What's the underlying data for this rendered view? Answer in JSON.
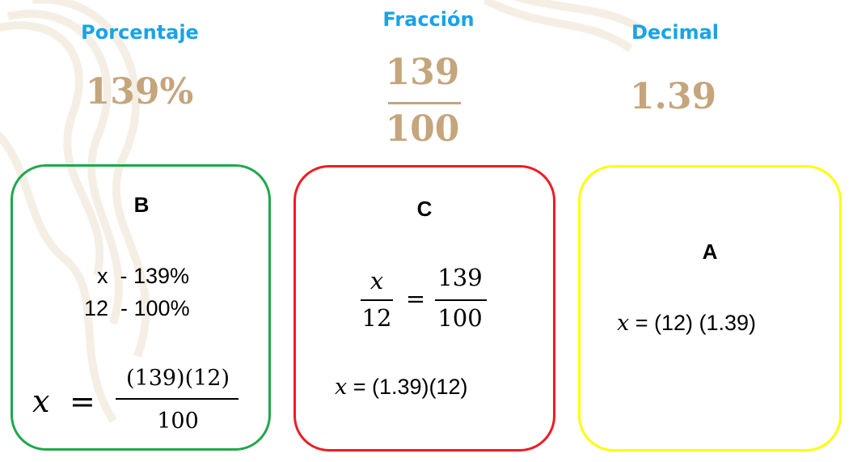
{
  "headers": {
    "percentage": "Porcentaje",
    "fraction": "Fracción",
    "decimal": "Decimal"
  },
  "values": {
    "percentage": "139%",
    "fraction_numerator": "139",
    "fraction_denominator": "100",
    "decimal": "1.39"
  },
  "cards": {
    "b": {
      "border_color": "#1fa84a",
      "letter": "B",
      "rule_line1": "x  - 139%",
      "rule_line2": "12  - 100%",
      "formula_var": "x",
      "formula_eq": "=",
      "formula_numerator": "(139)(12)",
      "formula_denominator": "100"
    },
    "c": {
      "border_color": "#ee1c24",
      "letter": "C",
      "frac_left_num": "x",
      "frac_left_den": "12",
      "eq": "=",
      "frac_right_num": "139",
      "frac_right_den": "100",
      "formula_var": "x",
      "formula_rest": " = (1.39)(12)"
    },
    "a": {
      "border_color": "#ffff00",
      "letter": "A",
      "formula_var": "x",
      "formula_rest": " = (12) (1.39)"
    }
  },
  "colors": {
    "header": "#1aa3e6",
    "value": "#c5a57c",
    "watermark": "#f3ece2"
  }
}
